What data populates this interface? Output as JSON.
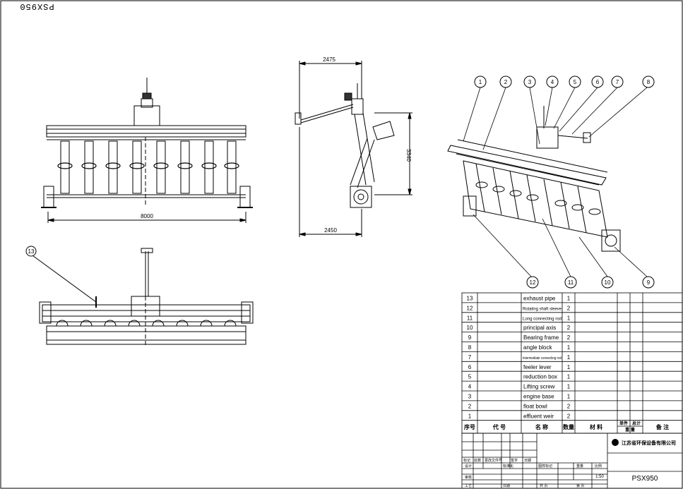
{
  "drawing": {
    "corner_tag": "PSX950",
    "dims": {
      "overall_length": "8000",
      "side_width_top": "2475",
      "side_width_bottom": "2450",
      "side_height": "3340"
    },
    "balloons": [
      "1",
      "2",
      "3",
      "4",
      "5",
      "6",
      "7",
      "8",
      "9",
      "10",
      "11",
      "12",
      "13"
    ]
  },
  "bom": {
    "rows": [
      {
        "no": "13",
        "name": "exhaust pipe",
        "qty": "1"
      },
      {
        "no": "12",
        "name": "Rotating shaft sleeve",
        "qty": "2"
      },
      {
        "no": "11",
        "name": "Long connecting rod",
        "qty": "1"
      },
      {
        "no": "10",
        "name": "principal axis",
        "qty": "2"
      },
      {
        "no": "9",
        "name": "Bearing frame",
        "qty": "2"
      },
      {
        "no": "8",
        "name": "angle block",
        "qty": "1"
      },
      {
        "no": "7",
        "name": "intermediate connecting rod",
        "qty": "1"
      },
      {
        "no": "6",
        "name": "feeler lever",
        "qty": "1"
      },
      {
        "no": "5",
        "name": "reduction box",
        "qty": "1"
      },
      {
        "no": "4",
        "name": "Lifting screw",
        "qty": "1"
      },
      {
        "no": "3",
        "name": "engine base",
        "qty": "1"
      },
      {
        "no": "2",
        "name": "float bowl",
        "qty": "2"
      },
      {
        "no": "1",
        "name": "effluent weir",
        "qty": "2"
      }
    ],
    "header": {
      "seq": "序号",
      "code": "代 号",
      "name": "名 称",
      "qty": "数量",
      "material": "材 料",
      "unit_weight": "单件",
      "total_weight": "总计",
      "weight": "重 量",
      "remark": "备 注"
    }
  },
  "title_block": {
    "company": "江苏省环保设备有限公司",
    "drawing_no": "PSX950",
    "scale": "1:50",
    "labels": {
      "mark": "标记",
      "count": "处数",
      "zone": "更改文件号",
      "sign": "签字",
      "date": "日期",
      "design": "设计",
      "std": "标准化",
      "stage_mark": "图样标记",
      "weight": "重量",
      "ratio": "比例",
      "check": "审核",
      "craft": "工艺",
      "approve": "日期",
      "total": "共 页",
      "sheet": "第 页"
    }
  }
}
